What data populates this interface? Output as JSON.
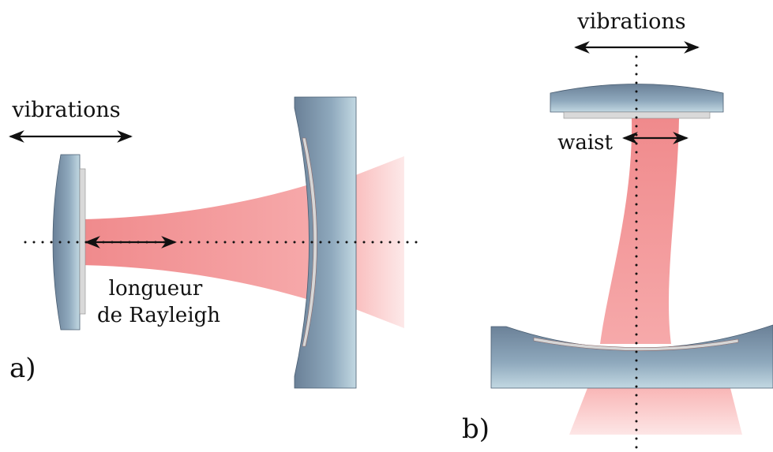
{
  "panel_a": {
    "vibrations_label": "vibrations",
    "rayleigh_line1": "longueur",
    "rayleigh_line2": "de Rayleigh",
    "panel_label": "a)"
  },
  "panel_b": {
    "vibrations_label": "vibrations",
    "waist_label": "waist",
    "panel_label": "b)"
  },
  "colors": {
    "mirror_dark": "#6d8299",
    "mirror_light": "#b9d1dd",
    "beam": "#f08a8c",
    "coating": "#d6d6d6"
  }
}
